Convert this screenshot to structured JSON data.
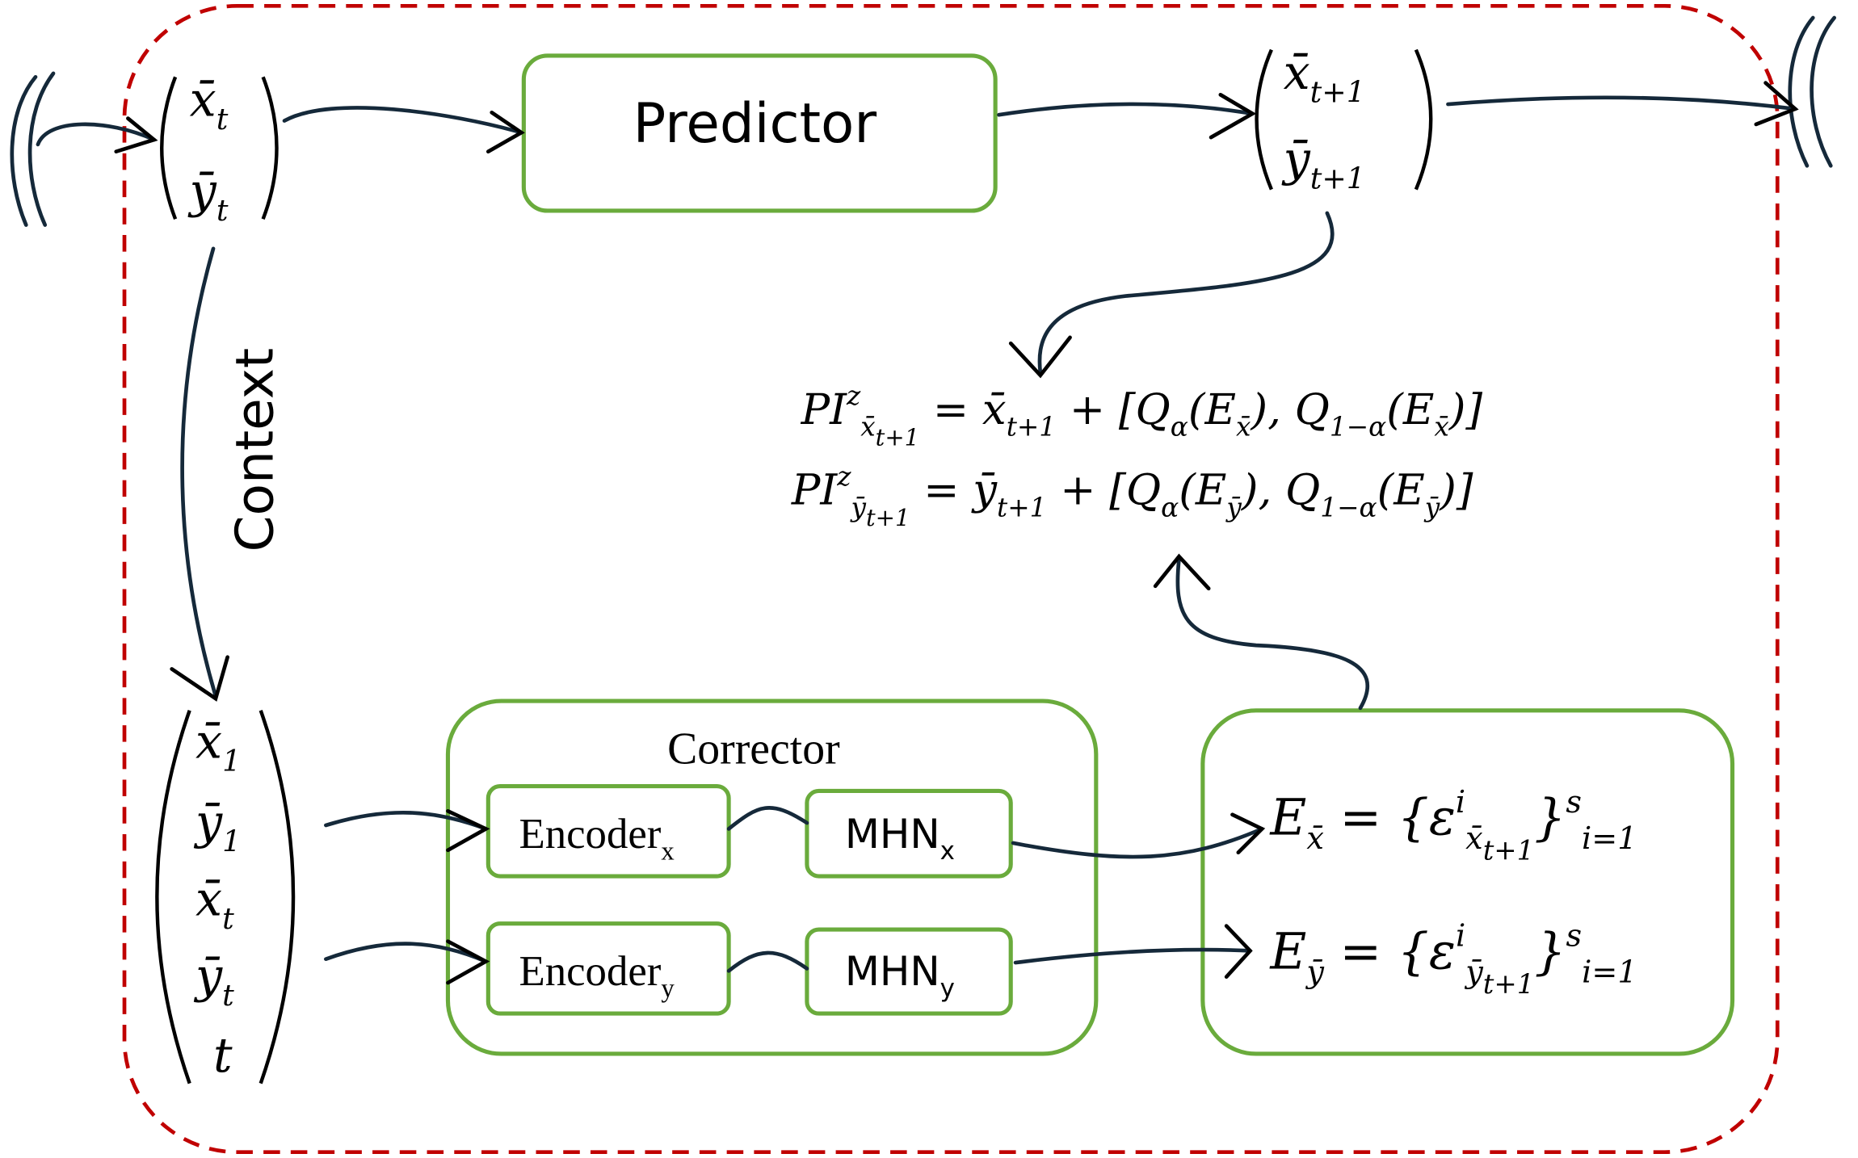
{
  "colors": {
    "frame": "#c00000",
    "box": "#6aab3c",
    "arrow": "#15293a"
  },
  "input_vector": [
    [
      {
        "t": "x̄",
        "s": ""
      },
      {
        "t": "t",
        "s": "sub"
      }
    ],
    [
      {
        "t": "ȳ",
        "s": ""
      },
      {
        "t": "t",
        "s": "sub"
      }
    ]
  ],
  "predictor": {
    "label": "Predictor"
  },
  "output_vector": [
    [
      {
        "t": "x̄",
        "s": ""
      },
      {
        "t": "t+1",
        "s": "sub"
      }
    ],
    [
      {
        "t": "ȳ",
        "s": ""
      },
      {
        "t": "t+1",
        "s": "sub"
      }
    ]
  ],
  "context_label": "Context",
  "context_vector": [
    [
      {
        "t": "x̄",
        "s": ""
      },
      {
        "t": "1",
        "s": "sub"
      }
    ],
    [
      {
        "t": "ȳ",
        "s": ""
      },
      {
        "t": "1",
        "s": "sub"
      }
    ],
    [
      {
        "t": "x̄",
        "s": ""
      },
      {
        "t": "t",
        "s": "sub"
      }
    ],
    [
      {
        "t": "ȳ",
        "s": ""
      },
      {
        "t": "t",
        "s": "sub"
      }
    ],
    [
      {
        "t": "t",
        "s": ""
      }
    ]
  ],
  "corrector": {
    "title": "Corrector",
    "encoder_x": [
      {
        "t": "Encoder",
        "s": ""
      },
      {
        "t": "x",
        "s": "sub"
      }
    ],
    "encoder_y": [
      {
        "t": "Encoder",
        "s": ""
      },
      {
        "t": "y",
        "s": "sub"
      }
    ],
    "mhn_x": [
      {
        "t": "MHN",
        "s": ""
      },
      {
        "t": "x",
        "s": "sub"
      }
    ],
    "mhn_y": [
      {
        "t": "MHN",
        "s": ""
      },
      {
        "t": "y",
        "s": "sub"
      }
    ]
  },
  "error_sets": [
    [
      {
        "t": "E",
        "s": ""
      },
      {
        "t": "x̄",
        "s": "sub"
      },
      {
        "t": " = {ε",
        "s": ""
      },
      {
        "t": "i",
        "s": "sup"
      },
      {
        "t": "x̄",
        "s": "sub"
      },
      {
        "t": "t+1",
        "s": "sub2"
      },
      {
        "t": "}",
        "s": ""
      },
      {
        "t": "s",
        "s": "sup"
      },
      {
        "t": "i=1",
        "s": "sub"
      }
    ],
    [
      {
        "t": "E",
        "s": ""
      },
      {
        "t": "ȳ",
        "s": "sub"
      },
      {
        "t": " = {ε",
        "s": ""
      },
      {
        "t": "i",
        "s": "sup"
      },
      {
        "t": "ȳ",
        "s": "sub"
      },
      {
        "t": "t+1",
        "s": "sub2"
      },
      {
        "t": "}",
        "s": ""
      },
      {
        "t": "s",
        "s": "sup"
      },
      {
        "t": "i=1",
        "s": "sub"
      }
    ]
  ],
  "intervals": [
    [
      {
        "t": "PI",
        "s": ""
      },
      {
        "t": "z",
        "s": "sup"
      },
      {
        "t": "x̄",
        "s": "sub"
      },
      {
        "t": "t+1",
        "s": "sub2"
      },
      {
        "t": " = x̄",
        "s": ""
      },
      {
        "t": "t+1",
        "s": "sub"
      },
      {
        "t": " + [Q",
        "s": ""
      },
      {
        "t": "α",
        "s": "sub"
      },
      {
        "t": "(E",
        "s": ""
      },
      {
        "t": "x̄",
        "s": "sub"
      },
      {
        "t": "), Q",
        "s": ""
      },
      {
        "t": "1−α",
        "s": "sub"
      },
      {
        "t": "(E",
        "s": ""
      },
      {
        "t": "x̄",
        "s": "sub"
      },
      {
        "t": ")]",
        "s": ""
      }
    ],
    [
      {
        "t": "PI",
        "s": ""
      },
      {
        "t": "z",
        "s": "sup"
      },
      {
        "t": "ȳ",
        "s": "sub"
      },
      {
        "t": "t+1",
        "s": "sub2"
      },
      {
        "t": " = ȳ",
        "s": ""
      },
      {
        "t": "t+1",
        "s": "sub"
      },
      {
        "t": " + [Q",
        "s": ""
      },
      {
        "t": "α",
        "s": "sub"
      },
      {
        "t": "(E",
        "s": ""
      },
      {
        "t": "ȳ",
        "s": "sub"
      },
      {
        "t": "), Q",
        "s": ""
      },
      {
        "t": "1−α",
        "s": "sub"
      },
      {
        "t": "(E",
        "s": ""
      },
      {
        "t": "ȳ",
        "s": "sub"
      },
      {
        "t": ")]",
        "s": ""
      }
    ]
  ]
}
